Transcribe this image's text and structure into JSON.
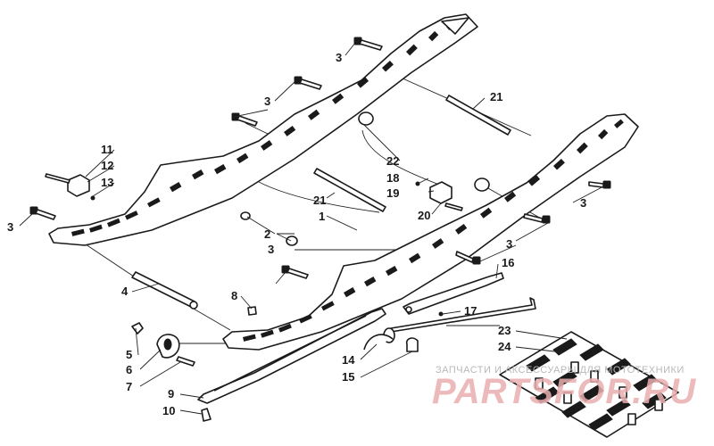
{
  "labels": [
    {
      "id": "callout-3a",
      "text": "3"
    },
    {
      "id": "callout-3b",
      "text": "3"
    },
    {
      "id": "callout-3c",
      "text": "3"
    },
    {
      "id": "callout-3d",
      "text": "3"
    },
    {
      "id": "callout-3e",
      "text": "3"
    },
    {
      "id": "callout-3f",
      "text": "3"
    },
    {
      "id": "callout-21a",
      "text": "21"
    },
    {
      "id": "callout-21b",
      "text": "21"
    },
    {
      "id": "callout-22",
      "text": "22"
    },
    {
      "id": "callout-18",
      "text": "18"
    },
    {
      "id": "callout-19",
      "text": "19"
    },
    {
      "id": "callout-20",
      "text": "20"
    },
    {
      "id": "callout-11",
      "text": "11"
    },
    {
      "id": "callout-12",
      "text": "12"
    },
    {
      "id": "callout-13",
      "text": "13"
    },
    {
      "id": "callout-1",
      "text": "1"
    },
    {
      "id": "callout-2",
      "text": "2"
    },
    {
      "id": "callout-4",
      "text": "4"
    },
    {
      "id": "callout-8",
      "text": "8"
    },
    {
      "id": "callout-16",
      "text": "16"
    },
    {
      "id": "callout-17",
      "text": "17"
    },
    {
      "id": "callout-5",
      "text": "5"
    },
    {
      "id": "callout-6",
      "text": "6"
    },
    {
      "id": "callout-7",
      "text": "7"
    },
    {
      "id": "callout-9",
      "text": "9"
    },
    {
      "id": "callout-10",
      "text": "10"
    },
    {
      "id": "callout-14",
      "text": "14"
    },
    {
      "id": "callout-15",
      "text": "15"
    },
    {
      "id": "callout-23",
      "text": "23"
    },
    {
      "id": "callout-24",
      "text": "24"
    }
  ],
  "watermark": {
    "line1": "ЗАПЧАСТИ И АКСЕССУАРЫ ДЛЯ МОТОТЕХНИКИ",
    "line2": "PARTSFOR.RU"
  }
}
